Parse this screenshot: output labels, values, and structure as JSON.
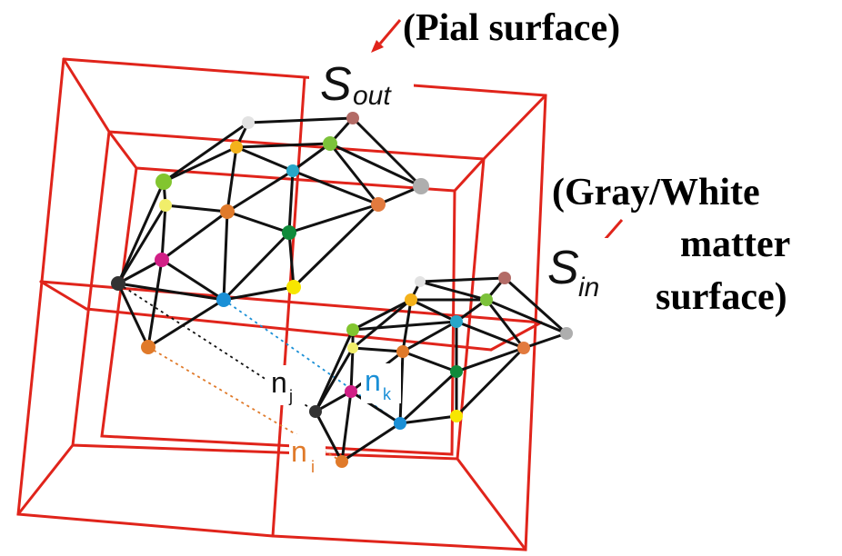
{
  "labels": {
    "pial": "(Pial surface)",
    "gray_white_line1": "(Gray/White",
    "gray_white_line2": "matter",
    "gray_white_line3": "surface)",
    "s_out": {
      "main": "S",
      "sub": "out"
    },
    "s_in": {
      "main": "S",
      "sub": "in"
    },
    "n_j": {
      "main": "n",
      "sub": "j",
      "color": "#111111"
    },
    "n_k": {
      "main": "n",
      "sub": "k",
      "color": "#1a8fd6"
    },
    "n_i": {
      "main": "n",
      "sub": "i",
      "color": "#e07a2a"
    }
  },
  "colors": {
    "frame": "#e0241b",
    "mesh_edge": "#111111",
    "arrow": "#e0241b",
    "correspondence_black": "#111111",
    "correspondence_blue": "#1a8fd6",
    "correspondence_orange": "#e07a2a"
  }
}
